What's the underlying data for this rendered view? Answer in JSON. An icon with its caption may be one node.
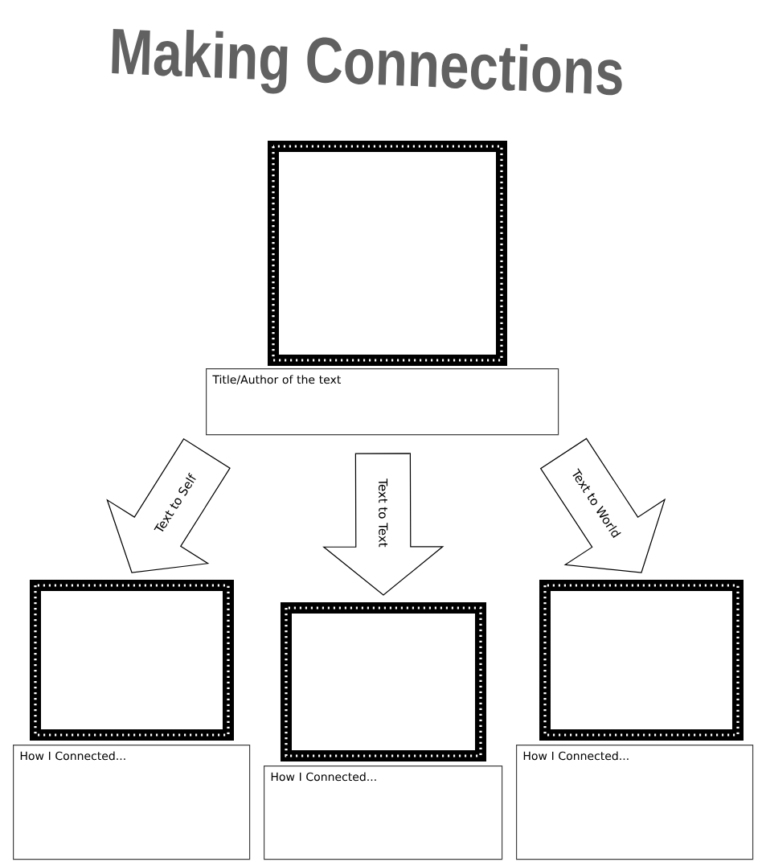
{
  "diagram": {
    "title": "Making Connections",
    "nodes": [
      {
        "text": [],
        "shape": "box"
      },
      {
        "text": [
          "Title/Author of the text"
        ]
      },
      {
        "text": [],
        "shape": "box"
      },
      {
        "text": [],
        "shape": "box"
      },
      {
        "text": [],
        "shape": "box"
      },
      {
        "text": [
          "How I Connected..."
        ]
      },
      {
        "text": [
          "How I Connected..."
        ]
      },
      {
        "text": [
          "How I Connected..."
        ]
      }
    ],
    "edges": [
      {
        "from": 1,
        "to": 2,
        "arrow": "to",
        "label": "Text to Self"
      },
      {
        "from": 1,
        "to": 3,
        "arrow": "to",
        "label": "Text to Text"
      },
      {
        "from": 1,
        "to": 4,
        "arrow": "to",
        "label": "Text to World"
      }
    ]
  }
}
